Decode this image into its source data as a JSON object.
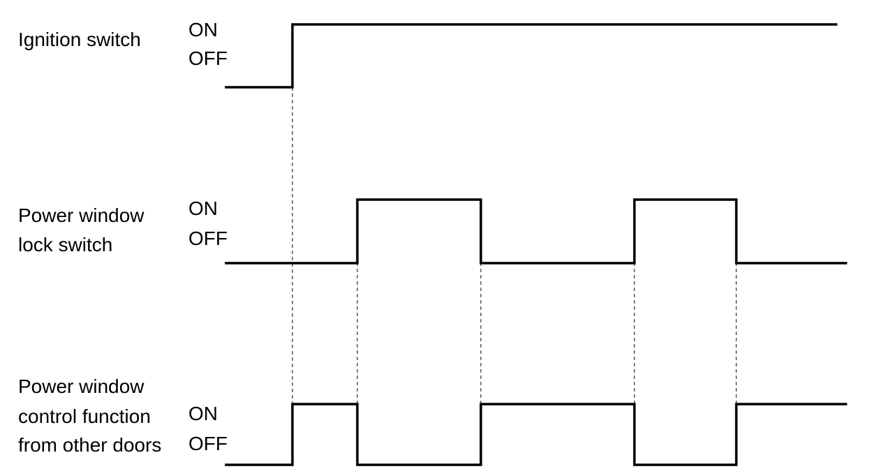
{
  "signals": [
    {
      "id": "ignition",
      "label_lines": [
        "Ignition switch"
      ],
      "on_label": "ON",
      "off_label": "OFF",
      "initial": "OFF",
      "transitions": [
        1
      ]
    },
    {
      "id": "lock",
      "label_lines": [
        "Power window",
        "lock switch"
      ],
      "on_label": "ON",
      "off_label": "OFF",
      "initial": "OFF",
      "transitions": [
        2,
        3,
        4,
        5
      ]
    },
    {
      "id": "control",
      "label_lines": [
        "Power window",
        "control function",
        "from other doors"
      ],
      "on_label": "ON",
      "off_label": "OFF",
      "initial": "OFF",
      "transitions": [
        1,
        2,
        3,
        4,
        5
      ]
    }
  ],
  "events": [
    1,
    2,
    3,
    4,
    5
  ],
  "colors": {
    "line": "#000000",
    "background": "#ffffff"
  }
}
